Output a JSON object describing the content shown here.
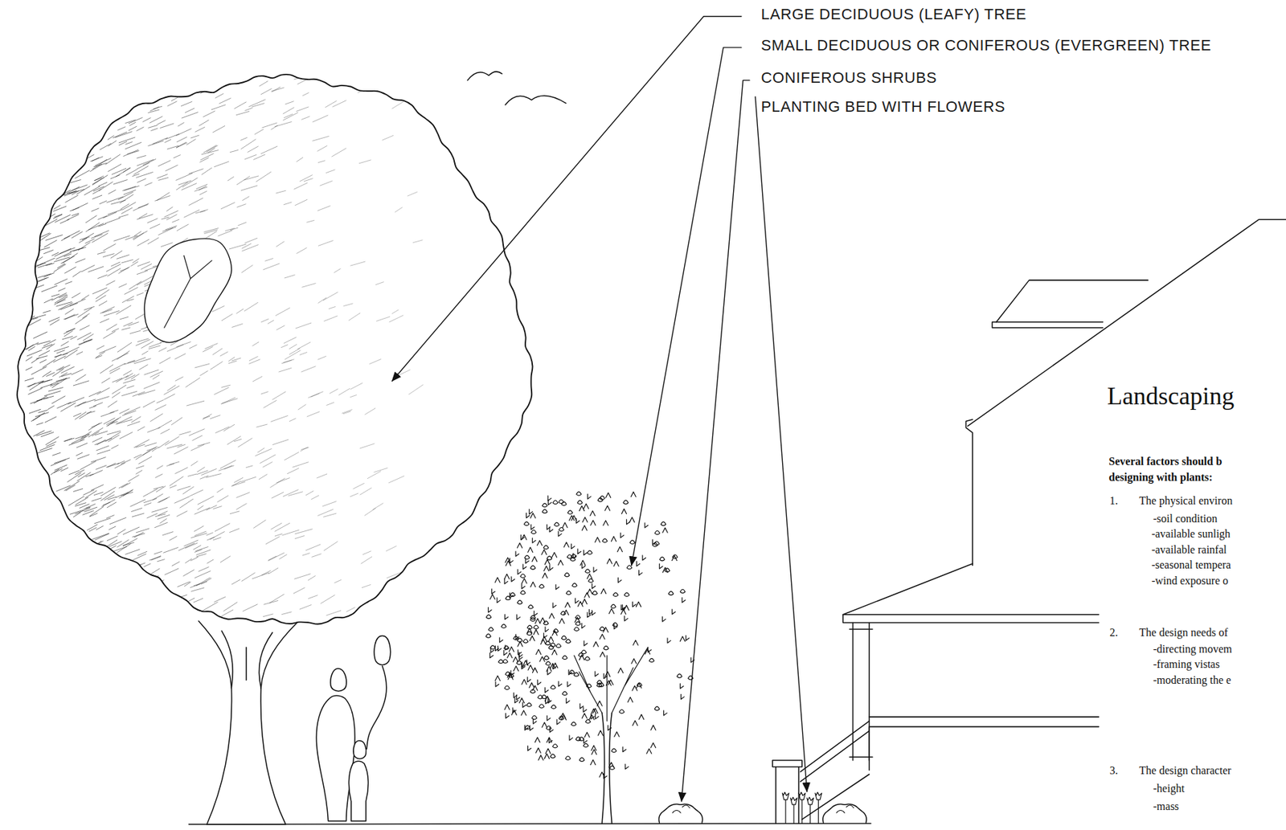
{
  "diagram": {
    "title": "Landscaping",
    "labels": [
      "LARGE DECIDUOUS (LEAFY) TREE",
      "SMALL DECIDUOUS OR CONIFEROUS (EVERGREEN) TREE",
      "CONIFEROUS SHRUBS",
      "PLANTING BED WITH FLOWERS",
      "Several factors should b",
      "designing with plants:",
      "1.",
      "The physical environ",
      "-soil condition",
      "-available sunligh",
      "-available rainfal",
      "-seasonal tempera",
      "-wind exposure o",
      "2.",
      "The design needs of",
      "-directing movem",
      "-framing vistas",
      "-moderating the e",
      "3.",
      "The design character",
      "-height",
      "-mass"
    ]
  }
}
